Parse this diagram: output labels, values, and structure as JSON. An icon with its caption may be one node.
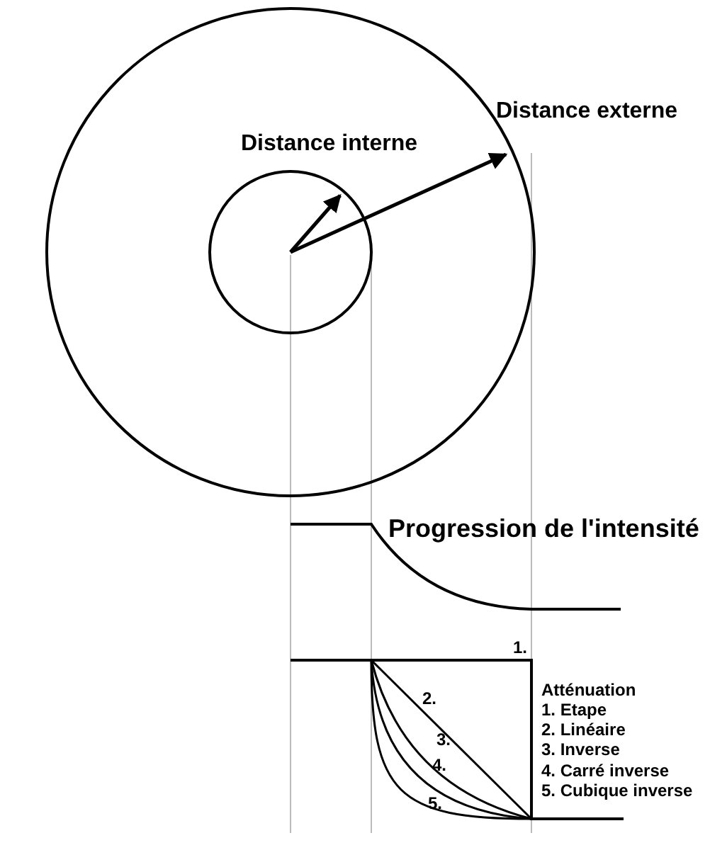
{
  "diagram": {
    "labels": [
      "Distance externe",
      "Distance interne",
      "Progression de l'intensité",
      "1.",
      "Atténuation",
      "2.",
      "1. Etape",
      "2. Linéaire",
      "3.",
      "3. Inverse",
      "4.",
      "4. Carré inverse",
      "5.",
      "5. Cubique inverse"
    ]
  }
}
